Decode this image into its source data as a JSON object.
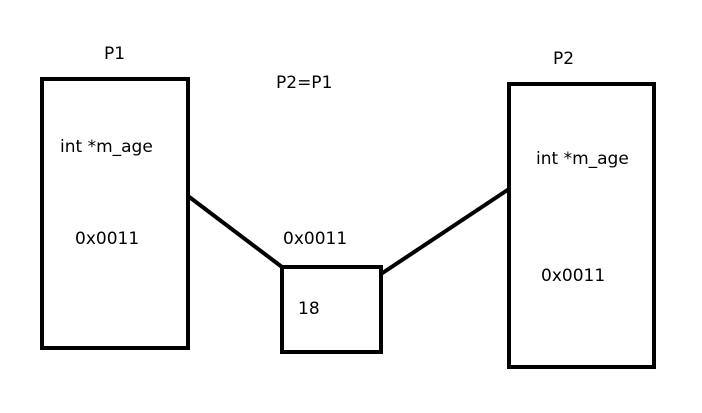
{
  "title_label": "P2=P1",
  "p1": {
    "name": "P1",
    "field": "int *m_age",
    "value": "0x0011"
  },
  "p2": {
    "name": "P2",
    "field": "int *m_age",
    "value": "0x0011"
  },
  "heap": {
    "address": "0x0011",
    "value": "18"
  },
  "colors": {
    "stroke": "#000000",
    "background": "#ffffff"
  }
}
